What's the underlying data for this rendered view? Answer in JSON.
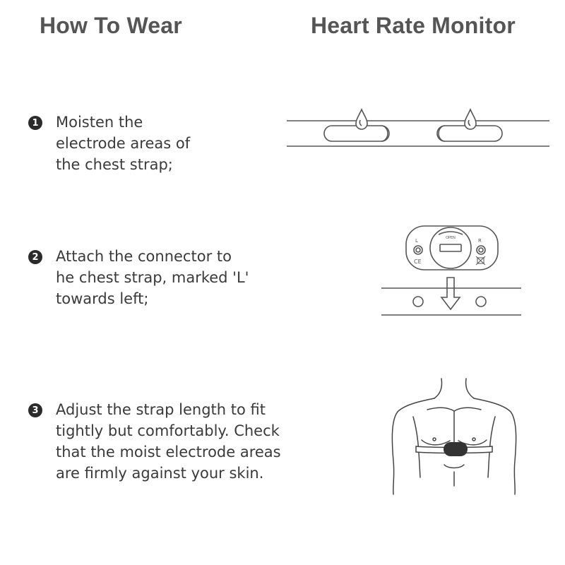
{
  "header": {
    "left_title": "How To Wear",
    "right_title": "Heart Rate Monitor"
  },
  "steps": [
    {
      "number": "1",
      "lines": [
        "Moisten the",
        "electrode areas of",
        "the chest strap;"
      ]
    },
    {
      "number": "2",
      "lines": [
        "Attach the connector to",
        "he chest strap, marked 'L'",
        "towards left;"
      ]
    },
    {
      "number": "3",
      "lines": [
        "Adjust the strap length to fit",
        "tightly but comfortably. Check",
        "that the moist electrode areas",
        "are firmly against your skin."
      ]
    }
  ],
  "connector": {
    "open_label": "OPEN",
    "left_label": "L",
    "right_label": "R",
    "ce_mark": "CE"
  },
  "colors": {
    "title": "#555555",
    "text": "#3a3a3a",
    "line": "#555555",
    "sensor": "#333333"
  }
}
